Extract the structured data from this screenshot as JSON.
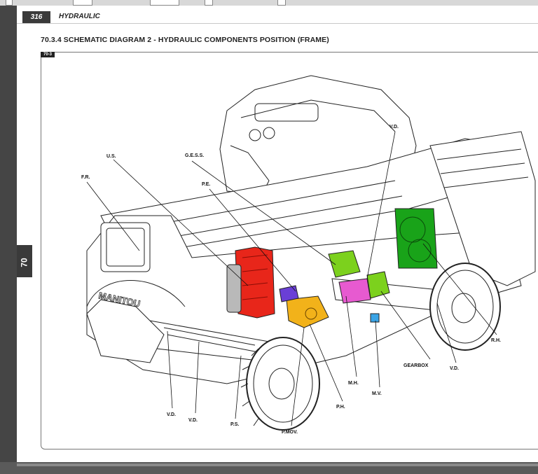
{
  "page": {
    "number": "316",
    "section": "HYDRAULIC",
    "title": "70.3.4   SCHEMATIC DIAGRAM 2 - HYDRAULIC COMPONENTS POSITION (FRAME)",
    "figure_tag": "70-3",
    "side_tab": "70"
  },
  "brand_logo_text": "MANITOU",
  "labels": {
    "us": "U.S.",
    "gess": "G.E.S.S.",
    "fr": "F.R.",
    "pe": "P.E.",
    "vd_top": "V.D.",
    "rh": "R.H.",
    "gearbox": "GEARBOX",
    "vd_right": "V.D.",
    "mh": "M.H.",
    "mv": "M.V.",
    "ph": "P.H.",
    "vd_left1": "V.D.",
    "vd_left2": "V.D.",
    "ps": "P.S.",
    "pmov": "P.MOV."
  },
  "colors": {
    "tank": "#e8261a",
    "cooler": "#19a319",
    "pump": "#f2b21a",
    "hydro_motor": "#e75ad0",
    "distributor": "#7cd11d",
    "filter_motor": "#6a3fd6",
    "valve": "#3aa4e6",
    "filter": "#b9b9b9"
  }
}
